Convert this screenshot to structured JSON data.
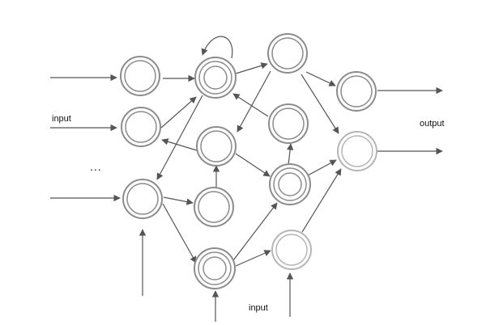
{
  "labels": {
    "input_left": "input",
    "input_bottom": "input",
    "output": "output",
    "ellipsis": "..."
  },
  "colors": {
    "stroke": "#555555",
    "ring": "#8c8c8c",
    "ring_light": "#b5b5b5",
    "text": "#111111"
  }
}
